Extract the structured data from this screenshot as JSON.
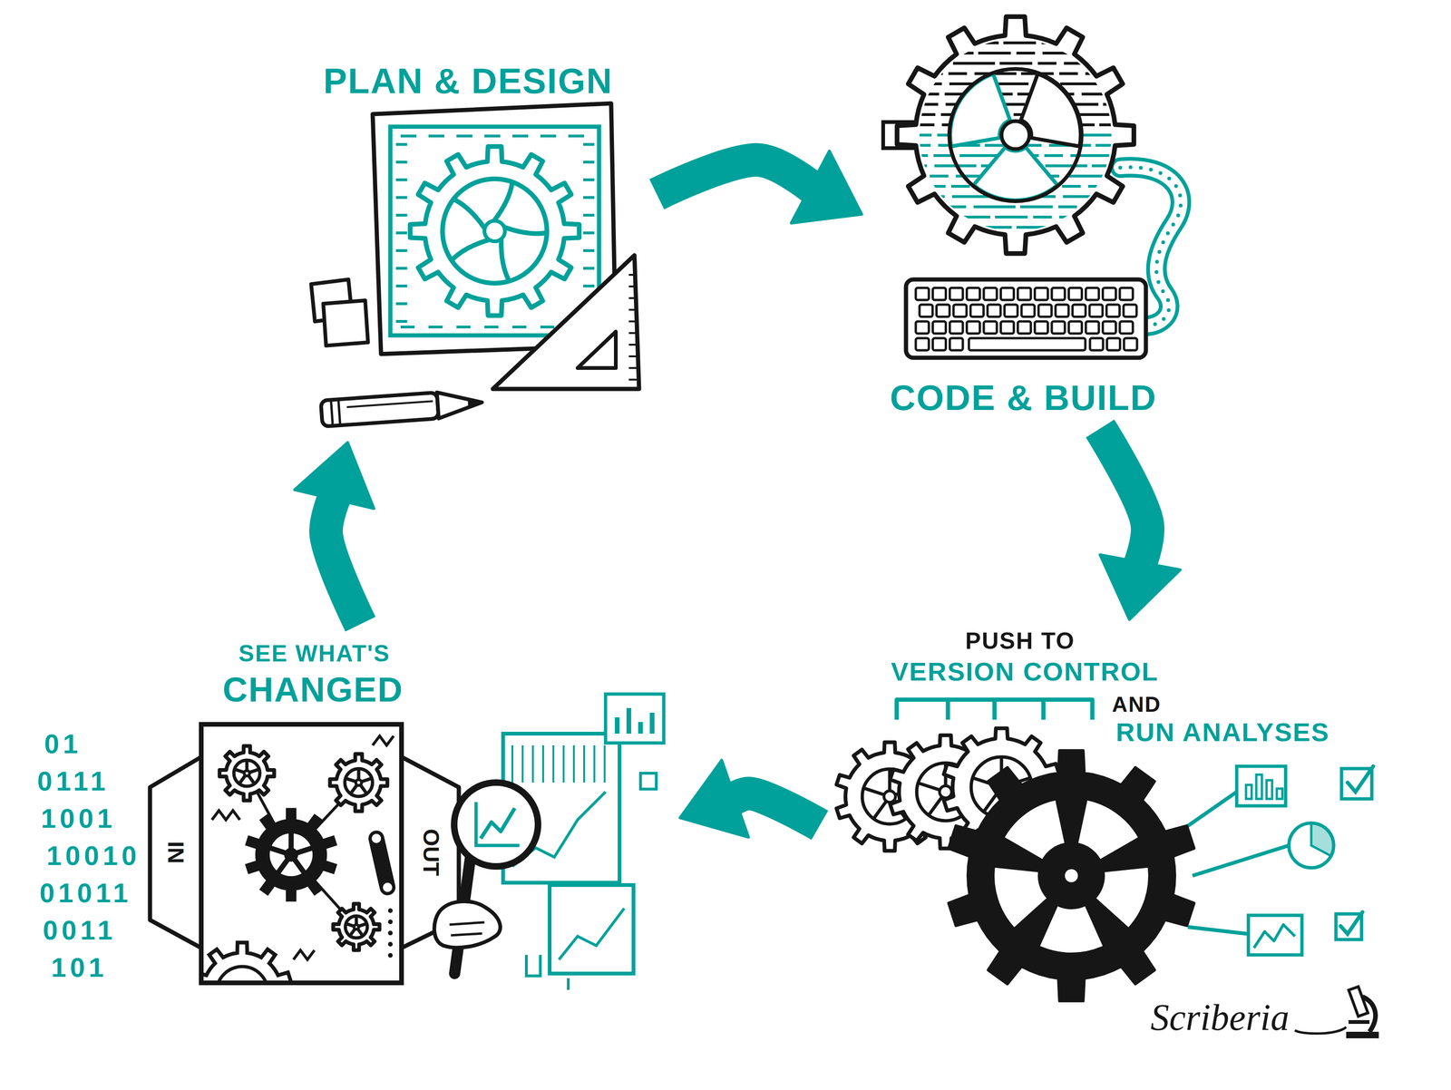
{
  "diagram": {
    "nodes": [
      {
        "text": [
          "PLAN & DESIGN"
        ]
      },
      {
        "text": [
          "CODE & BUILD"
        ]
      },
      {
        "text": [
          "PUSH TO",
          "VERSION CONTROL",
          "AND",
          "RUN ANALYSES"
        ]
      },
      {
        "text": [
          "SEE WHAT'S",
          "CHANGED"
        ]
      }
    ],
    "edges": [
      {
        "from": 0,
        "to": 1,
        "arrow": "to"
      },
      {
        "from": 1,
        "to": 2,
        "arrow": "to"
      },
      {
        "from": 2,
        "to": 3,
        "arrow": "to"
      },
      {
        "from": 3,
        "to": 0,
        "arrow": "to"
      }
    ],
    "labels": [
      "IN",
      "OUT",
      "01",
      "0111",
      "1001",
      "10010",
      "01011",
      "0011",
      "101",
      "Scriberia"
    ]
  }
}
